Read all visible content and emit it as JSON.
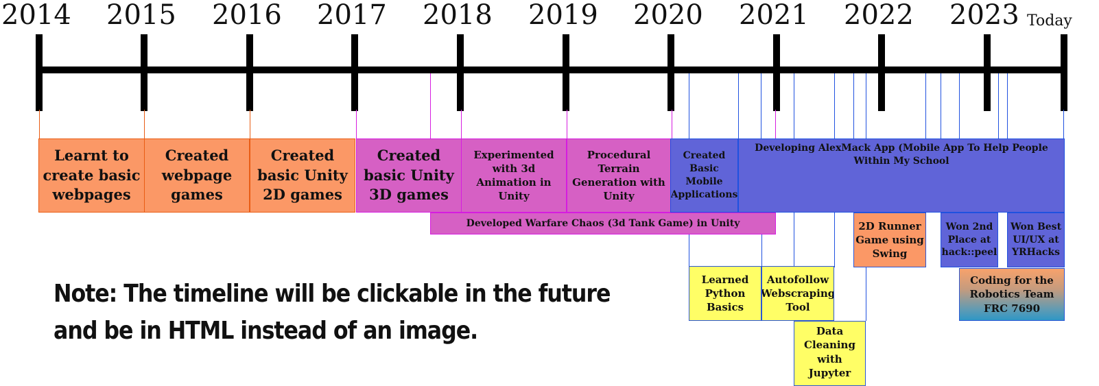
{
  "years": [
    "2014",
    "2015",
    "2016",
    "2017",
    "2018",
    "2019",
    "2020",
    "2021",
    "2022",
    "2023",
    "Today"
  ],
  "events": {
    "webpages": "Learnt to create basic webpages",
    "webpage_games": "Created webpage games",
    "unity_2d": "Created basic Unity 2D games",
    "unity_3d": "Created basic Unity 3D games",
    "animation_3d": "Experimented with 3d Animation in Unity",
    "terrain": "Procedural Terrain Generation with Unity",
    "mobile_apps": "Created Basic Mobile Applications",
    "alexmack": "Developing AlexMack App (Mobile App To Help People Within My School",
    "warfare_chaos": "Developed Warfare Chaos (3d Tank Game) in Unity",
    "runner_2d": "2D Runner Game using Swing",
    "hack_peel": "Won 2nd Place at hack::peel",
    "yrhacks": "Won Best UI/UX at YRHacks",
    "python": "Learned Python Basics",
    "autofollow": "Autofollow Webscraping Tool",
    "robotics": "Coding for the Robotics Team FRC 7690",
    "jupyter": "Data Cleaning with Jupyter"
  },
  "note": {
    "line1": "Note: The timeline will be clickable in the future",
    "line2": "and be in HTML instead of an image."
  },
  "colors": {
    "orange": "#fb9866",
    "pink": "#d660c4",
    "blue": "#6064d8",
    "yellow": "#fffe66",
    "axis": "#000000"
  }
}
